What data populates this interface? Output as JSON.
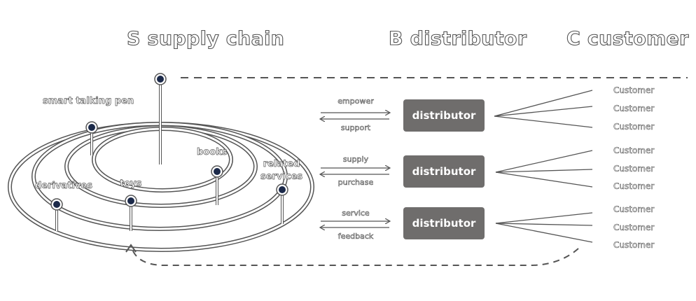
{
  "headers": {
    "supply_chain": "S supply chain",
    "distributor": "B distributor",
    "customer": "C customer"
  },
  "supply_nodes": {
    "smart_talking_pen": "smart talking pen",
    "books": "books",
    "related_services": [
      "related",
      "services"
    ],
    "toys": "toys",
    "derivatives": "derivatives"
  },
  "relations": [
    {
      "top": "empower",
      "bottom": "support"
    },
    {
      "top": "supply",
      "bottom": "purchase"
    },
    {
      "top": "service",
      "bottom": "feedback"
    }
  ],
  "distributors": [
    "distributor",
    "distributor",
    "distributor"
  ],
  "customers": [
    [
      "Customer",
      "Customer",
      "Customer"
    ],
    [
      "Customer",
      "Customer",
      "Customer"
    ],
    [
      "Customer",
      "Customer",
      "Customer"
    ]
  ],
  "colors": {
    "line": "#555555",
    "node_fill": "#1c2a4a",
    "box_fill": "#6f6d6c",
    "box_text": "#ffffff"
  }
}
